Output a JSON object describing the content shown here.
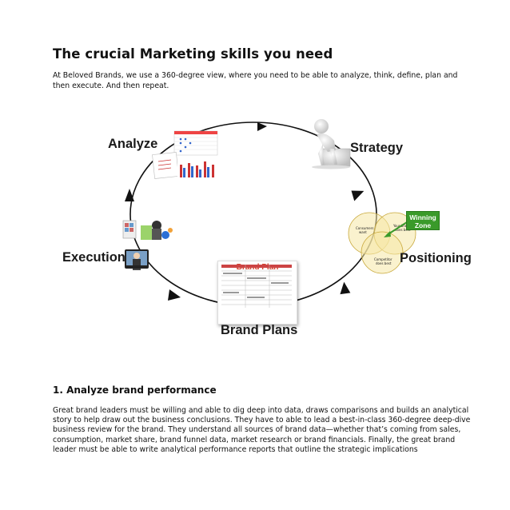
{
  "title": "The crucial Marketing skills you need",
  "intro": "At Beloved Brands, we use a 360-degree view, where you need to be able to analyze, think, define, plan and then execute. And then repeat.",
  "cycle": {
    "analyze": "Analyze",
    "strategy": "Strategy",
    "positioning": "Positioning",
    "brand_plans": "Brand Plans",
    "execution": "Execution",
    "brand_plan_doc_title": "Brand Plan",
    "winning_zone": "Winning Zone",
    "venn_consumers": "Consumers want",
    "venn_brand": "Your brand does best",
    "venn_competitor": "Competitor does best"
  },
  "section1": {
    "heading": "1. Analyze brand performance",
    "body": "Great brand leaders must be willing and able to dig deep into data, draws comparisons and builds an analytical story to help draw out the business conclusions. They have to able to lead a best-in-class 360-degree deep-dive business review for the brand. They understand all sources of brand data—whether that’s coming from sales, consumption, market share, brand funnel data, market research or brand financials. Finally, the great brand leader must be able to write analytical performance reports that outline the strategic implications"
  },
  "colors": {
    "cycle_line": "#111111",
    "winning_zone": "#3a9a2a",
    "brand_plan_title": "#d4402c"
  },
  "icons": [
    "analysis-charts-icon",
    "thinker-figure-icon",
    "venn-diagram-icon",
    "brand-plan-document-icon",
    "execution-media-icon"
  ]
}
